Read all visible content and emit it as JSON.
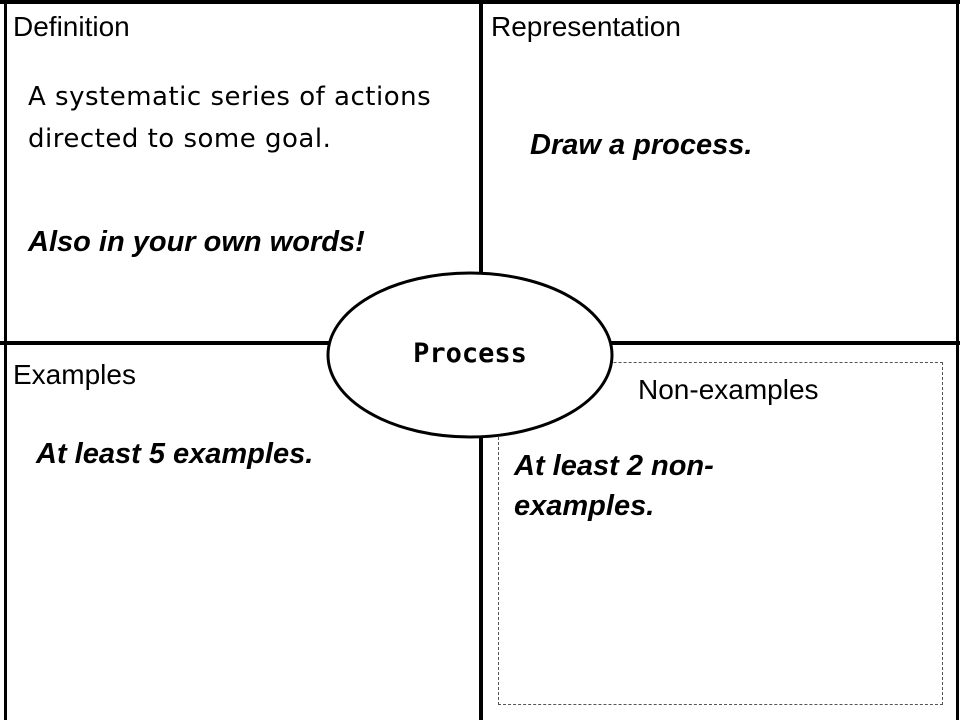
{
  "quadrants": {
    "definition": {
      "title": "Definition",
      "text": "A systematic series of actions directed to some goal.",
      "prompt": "Also in your own words!"
    },
    "representation": {
      "title": "Representation",
      "prompt": "Draw a process."
    },
    "examples": {
      "title": "Examples",
      "prompt": "At least 5 examples."
    },
    "non_examples": {
      "title": "Non-examples",
      "prompt": "At least 2 non-examples."
    }
  },
  "center": {
    "label": "Process"
  }
}
